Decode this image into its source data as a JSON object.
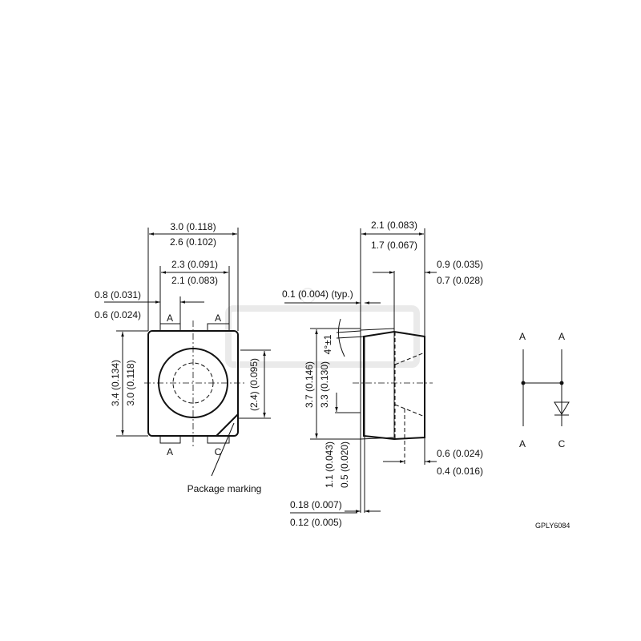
{
  "front_view": {
    "width_max": "3.0 (0.118)",
    "width_min": "2.6 (0.102)",
    "lead_span_max": "2.3 (0.091)",
    "lead_span_min": "2.1 (0.083)",
    "lead_width_max": "0.8 (0.031)",
    "lead_width_min": "0.6 (0.024)",
    "height_max": "3.4 (0.134)",
    "height_min": "3.0 (0.118)",
    "lens_dia": "(2.4) (0.095)",
    "pin_top_left": "A",
    "pin_top_right": "A",
    "pin_bottom_left": "A",
    "pin_bottom_right": "C",
    "marking_label": "Package marking"
  },
  "side_view": {
    "depth_max": "2.1 (0.083)",
    "depth_min": "1.7 (0.067)",
    "lens_offset_max": "0.9 (0.035)",
    "lens_offset_min": "0.7 (0.028)",
    "lead_gap": "0.1 (0.004) (typ.)",
    "draft_angle": "4°±1",
    "height_max": "3.7 (0.146)",
    "height_min": "3.3 (0.130)",
    "lead_len_max": "1.1 (0.043)",
    "lead_len_min": "0.5 (0.020)",
    "rear_max": "0.6 (0.024)",
    "rear_min": "0.4 (0.016)",
    "lead_thk_max": "0.18 (0.007)",
    "lead_thk_min": "0.12 (0.005)"
  },
  "schematic": {
    "top_left": "A",
    "top_right": "A",
    "bottom_left": "A",
    "bottom_right": "C"
  },
  "drawing_code": "GPLY6084"
}
